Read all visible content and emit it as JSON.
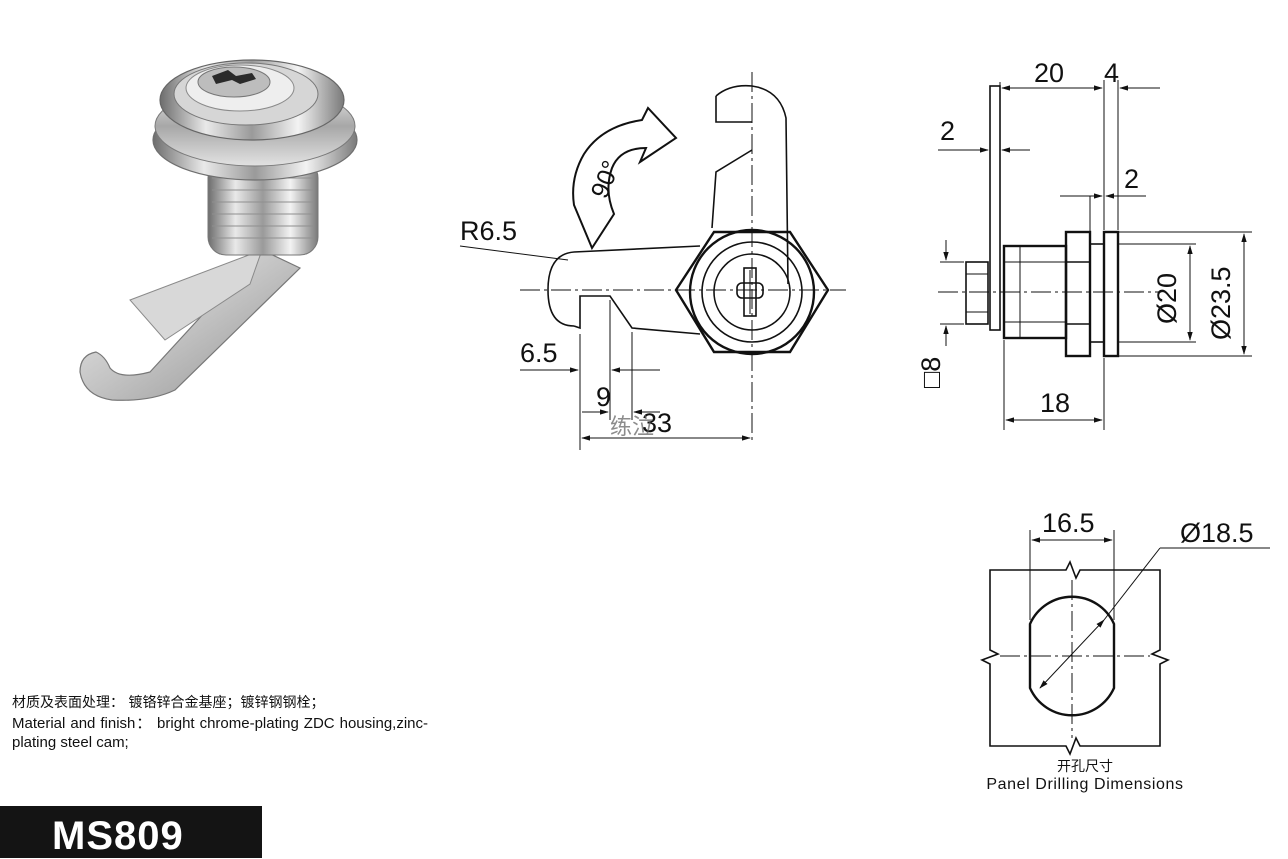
{
  "model": "MS809",
  "material": {
    "cn": "材质及表面处理： 镀铬锌合金基座；镀锌钢钢栓；",
    "en": "Material and finish： bright chrome-plating ZDC housing,zinc-plating steel cam;"
  },
  "front_view": {
    "rotation": "90°",
    "radius": "R6.5",
    "dim_a": "6.5",
    "dim_b": "9",
    "dim_c": "33",
    "watermark": "练泣"
  },
  "side_view": {
    "dim_20": "20",
    "dim_4": "4",
    "dim_2_top": "2",
    "dim_2_right": "2",
    "dia_20": "Ø20",
    "dia_23_5": "Ø23.5",
    "square_8": "□8",
    "length_18": "18"
  },
  "panel": {
    "width": "16.5",
    "diameter": "Ø18.5",
    "caption_cn": "开孔尺寸",
    "caption_en": "Panel Drilling Dimensions"
  },
  "icons": {
    "rotation_arrow": "curved-arrow-icon",
    "keyhole": "keyhole-icon",
    "product_photo": "cam-lock-illustration"
  }
}
